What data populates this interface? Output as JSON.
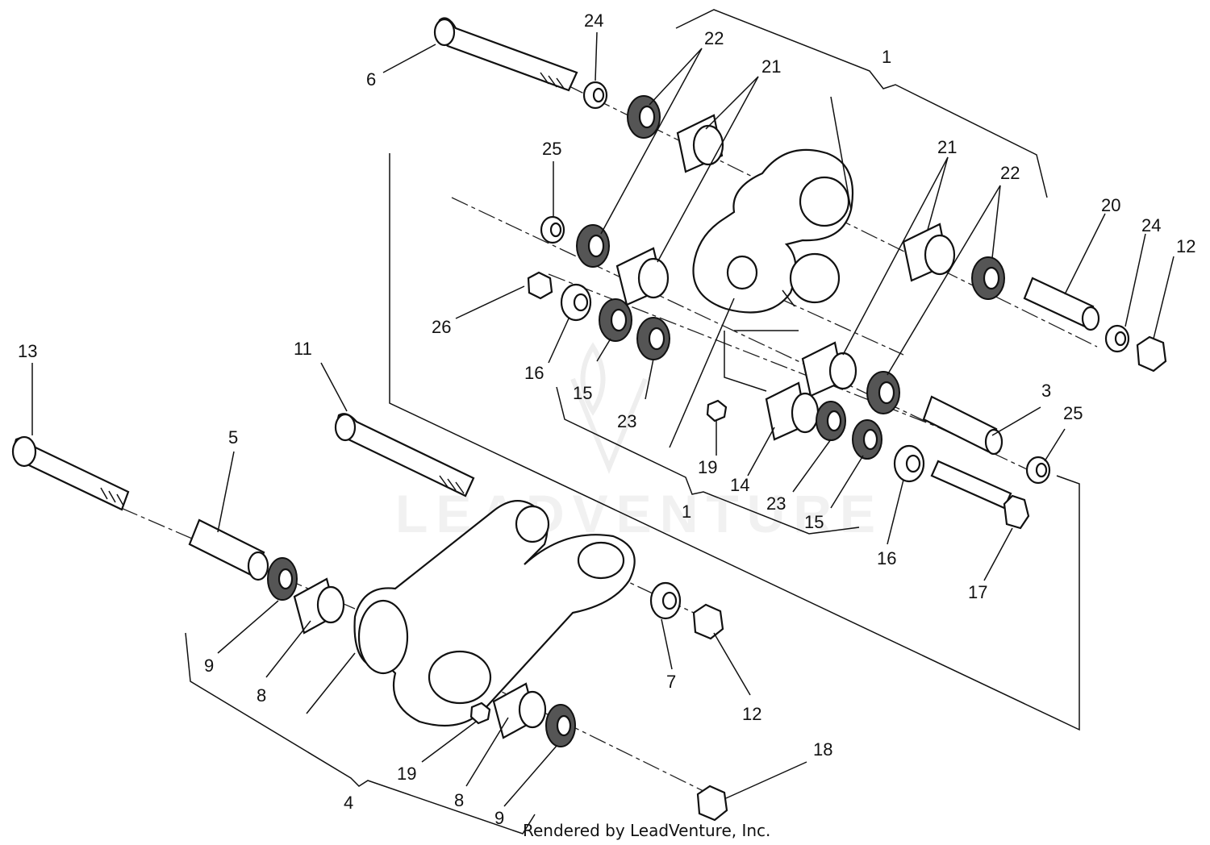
{
  "diagram": {
    "callouts": [
      {
        "id": "c-1-top",
        "text": "1"
      },
      {
        "id": "c-6",
        "text": "6"
      },
      {
        "id": "c-24-top",
        "text": "24"
      },
      {
        "id": "c-22-top",
        "text": "22"
      },
      {
        "id": "c-21-top",
        "text": "21"
      },
      {
        "id": "c-25-top",
        "text": "25"
      },
      {
        "id": "c-21-right",
        "text": "21"
      },
      {
        "id": "c-22-right",
        "text": "22"
      },
      {
        "id": "c-20",
        "text": "20"
      },
      {
        "id": "c-24-right",
        "text": "24"
      },
      {
        "id": "c-12-right",
        "text": "12"
      },
      {
        "id": "c-26",
        "text": "26"
      },
      {
        "id": "c-16-left",
        "text": "16"
      },
      {
        "id": "c-15-left",
        "text": "15"
      },
      {
        "id": "c-23-left",
        "text": "23"
      },
      {
        "id": "c-3",
        "text": "3"
      },
      {
        "id": "c-25-right",
        "text": "25"
      },
      {
        "id": "c-19-upper",
        "text": "19"
      },
      {
        "id": "c-14",
        "text": "14"
      },
      {
        "id": "c-23-right",
        "text": "23"
      },
      {
        "id": "c-15-right",
        "text": "15"
      },
      {
        "id": "c-16-right",
        "text": "16"
      },
      {
        "id": "c-17",
        "text": "17"
      },
      {
        "id": "c-1-mid",
        "text": "1"
      },
      {
        "id": "c-13",
        "text": "13"
      },
      {
        "id": "c-11",
        "text": "11"
      },
      {
        "id": "c-5",
        "text": "5"
      },
      {
        "id": "c-9-left",
        "text": "9"
      },
      {
        "id": "c-8-left",
        "text": "8"
      },
      {
        "id": "c-7",
        "text": "7"
      },
      {
        "id": "c-12-lower",
        "text": "12"
      },
      {
        "id": "c-19-lower",
        "text": "19"
      },
      {
        "id": "c-8-lower",
        "text": "8"
      },
      {
        "id": "c-9-lower",
        "text": "9"
      },
      {
        "id": "c-4",
        "text": "4"
      },
      {
        "id": "c-18",
        "text": "18"
      }
    ],
    "watermark": "LEADVENTURE",
    "credit": "Rendered by LeadVenture, Inc."
  }
}
